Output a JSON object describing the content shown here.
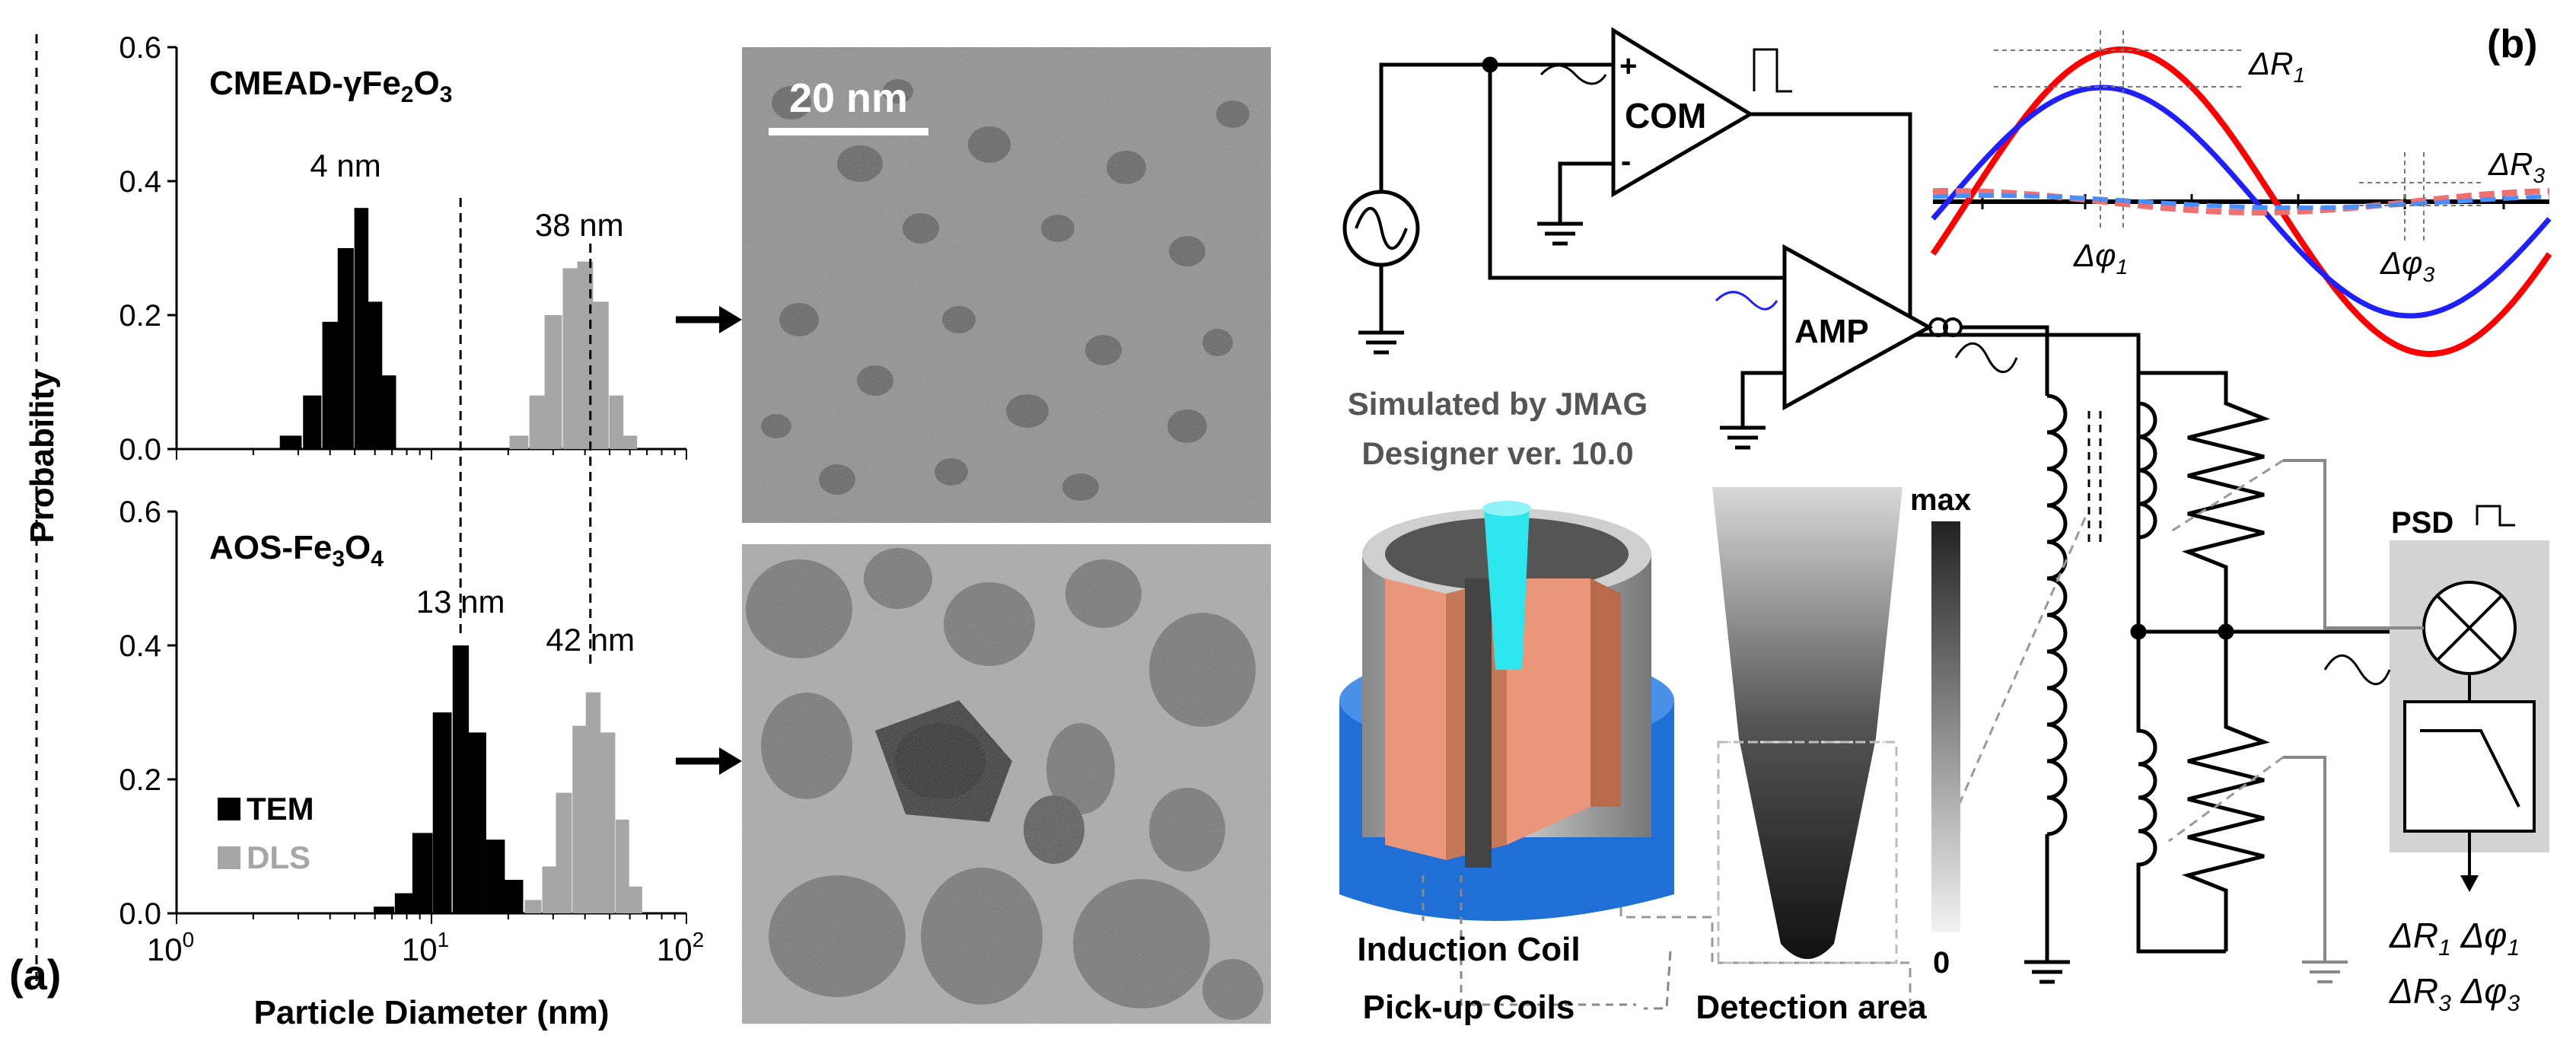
{
  "panel_a": {
    "label": "(a)",
    "ylabel": "Probability",
    "xlabel": "Particle Diameter (nm)",
    "xticks": [
      {
        "base": "10",
        "exp": "0",
        "value": 1
      },
      {
        "base": "10",
        "exp": "1",
        "value": 10
      },
      {
        "base": "10",
        "exp": "2",
        "value": 100
      }
    ],
    "yticks": [
      "0.0",
      "0.2",
      "0.4",
      "0.6"
    ],
    "legend": {
      "tem": "TEM",
      "dls": "DLS"
    },
    "colors": {
      "tem": "#000000",
      "dls": "#a6a6a6"
    },
    "top": {
      "title_main": "CMEAD-γFe",
      "title_sub1": "2",
      "title_mid": "O",
      "title_sub2": "3",
      "peak_tem": "4 nm",
      "peak_dls": "38 nm"
    },
    "bottom": {
      "title_main": "AOS-Fe",
      "title_sub1": "3",
      "title_mid": "O",
      "title_sub2": "4",
      "peak_tem": "13 nm",
      "peak_dls": "42 nm"
    },
    "scale_bar": "20 nm"
  },
  "chart_data": [
    {
      "type": "bar",
      "title": "CMEAD-γFe2O3",
      "xlabel": "Particle Diameter (nm)",
      "ylabel": "Probability",
      "xscale": "log",
      "xlim": [
        1,
        100
      ],
      "ylim": [
        0,
        0.6
      ],
      "series": [
        {
          "name": "TEM",
          "x": [
            2.8,
            3.4,
            4.0,
            4.6,
            5.3,
            6.0,
            6.8
          ],
          "values": [
            0.02,
            0.08,
            0.19,
            0.3,
            0.36,
            0.22,
            0.11
          ]
        },
        {
          "name": "DLS",
          "x": [
            22,
            26,
            30,
            35,
            40,
            46,
            53,
            60
          ],
          "values": [
            0.02,
            0.08,
            0.2,
            0.27,
            0.28,
            0.22,
            0.08,
            0.02
          ]
        }
      ]
    },
    {
      "type": "bar",
      "title": "AOS-Fe3O4",
      "xlabel": "Particle Diameter (nm)",
      "ylabel": "Probability",
      "xscale": "log",
      "xlim": [
        1,
        100
      ],
      "ylim": [
        0,
        0.6
      ],
      "series": [
        {
          "name": "TEM",
          "x": [
            6.5,
            7.8,
            9.2,
            11,
            13,
            15,
            17.8,
            21
          ],
          "values": [
            0.01,
            0.03,
            0.12,
            0.3,
            0.4,
            0.27,
            0.11,
            0.05
          ]
        },
        {
          "name": "DLS",
          "x": [
            25,
            29,
            33,
            38,
            43,
            49,
            56,
            63
          ],
          "values": [
            0.02,
            0.07,
            0.18,
            0.28,
            0.33,
            0.27,
            0.14,
            0.04
          ]
        }
      ]
    }
  ],
  "panel_b": {
    "label": "(b)",
    "com": "COM",
    "amp": "AMP",
    "psd": "PSD",
    "plus": "+",
    "minus": "-",
    "sim_line1": "Simulated by JMAG",
    "sim_line2": "Designer ver. 10.0",
    "max": "max",
    "zero": "0",
    "induction": "Induction Coil",
    "pickup": "Pick-up Coils",
    "detection": "Detection area",
    "dR": "ΔR",
    "dphi": "Δφ",
    "sub1": "1",
    "sub3": "3",
    "colors": {
      "red": "#ff0000",
      "blue": "#1f1fff",
      "copper": "#e9967a",
      "cyan": "#2ee6ee",
      "shield": "#1f6fd6"
    }
  }
}
